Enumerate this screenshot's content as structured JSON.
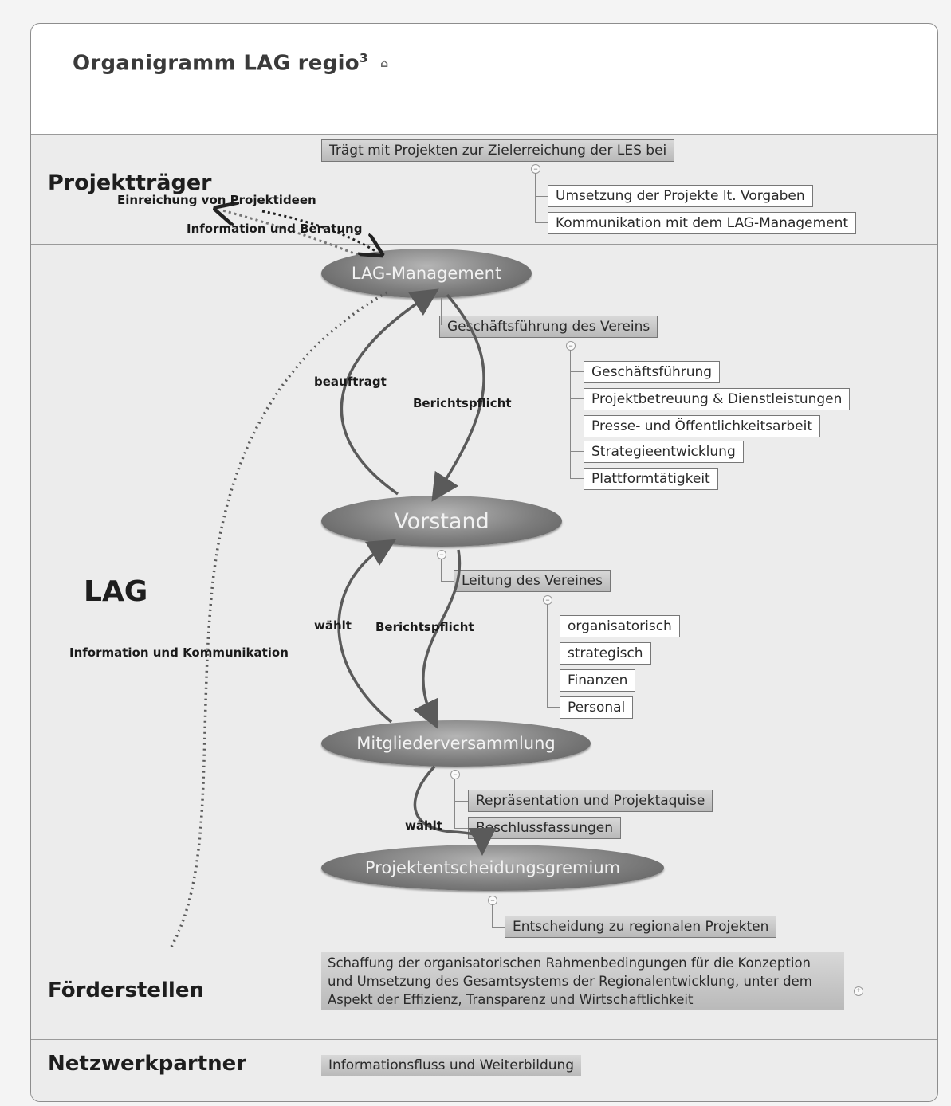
{
  "header": {
    "title": "Organigramm LAG regio",
    "title_sup": "3",
    "title_icon": "chart-icon"
  },
  "lanes": {
    "projekttraeger": "Projektträger",
    "lag": "LAG",
    "foerderstellen": "Förderstellen",
    "netzwerkpartner": "Netzwerkpartner"
  },
  "nodes": {
    "lag_management": "LAG-Management",
    "vorstand": "Vorstand",
    "mitgliederversammlung": "Mitgliederversammlung",
    "projektentscheidungsgremium": "Projektentscheidungsgremium"
  },
  "topics": {
    "projekttraeger_main": "Trägt mit Projekten zur Zielerreichung der LES bei",
    "projekttraeger_sub": [
      "Umsetzung der Projekte lt. Vorgaben",
      "Kommunikation mit dem LAG-Management"
    ],
    "management_main": "Geschäftsführung des Vereins",
    "management_sub": [
      "Geschäftsführung",
      "Projektbetreuung & Dienstleistungen",
      "Presse- und Öffentlichkeitsarbeit",
      "Strategieentwicklung",
      "Plattformtätigkeit"
    ],
    "vorstand_main": "Leitung des Vereines",
    "vorstand_sub": [
      "organisatorisch",
      "strategisch",
      "Finanzen",
      "Personal"
    ],
    "mv_sub": [
      "Repräsentation und Projektaquise",
      "Beschlussfassungen"
    ],
    "peg_sub": "Entscheidung zu regionalen Projekten",
    "foerder_text": "Schaffung der organisatorischen Rahmenbedingungen für die Konzeption und Umsetzung des Gesamtsystems der Regionalentwicklung, unter dem Aspekt der Effizienz, Transparenz und Wirtschaftlichkeit",
    "netzwerk_text": "Informationsfluss und Weiterbildung"
  },
  "edge_labels": {
    "einreichung": "Einreichung von Projektideen",
    "information_beratung": "Information und Beratung",
    "beauftragt": "beauftragt",
    "berichtspflicht_1": "Berichtspflicht",
    "waehlt_1": "wählt",
    "berichtspflicht_2": "Berichtspflicht",
    "information_kommunikation": "Information und Kommunikation",
    "waehlt_2": "wählt"
  },
  "expand_icon": "plus-circle-icon",
  "colors": {
    "node_dark": "#6e6e6e",
    "lane_bg": "#ececec",
    "arrow": "#5a5a5a"
  }
}
